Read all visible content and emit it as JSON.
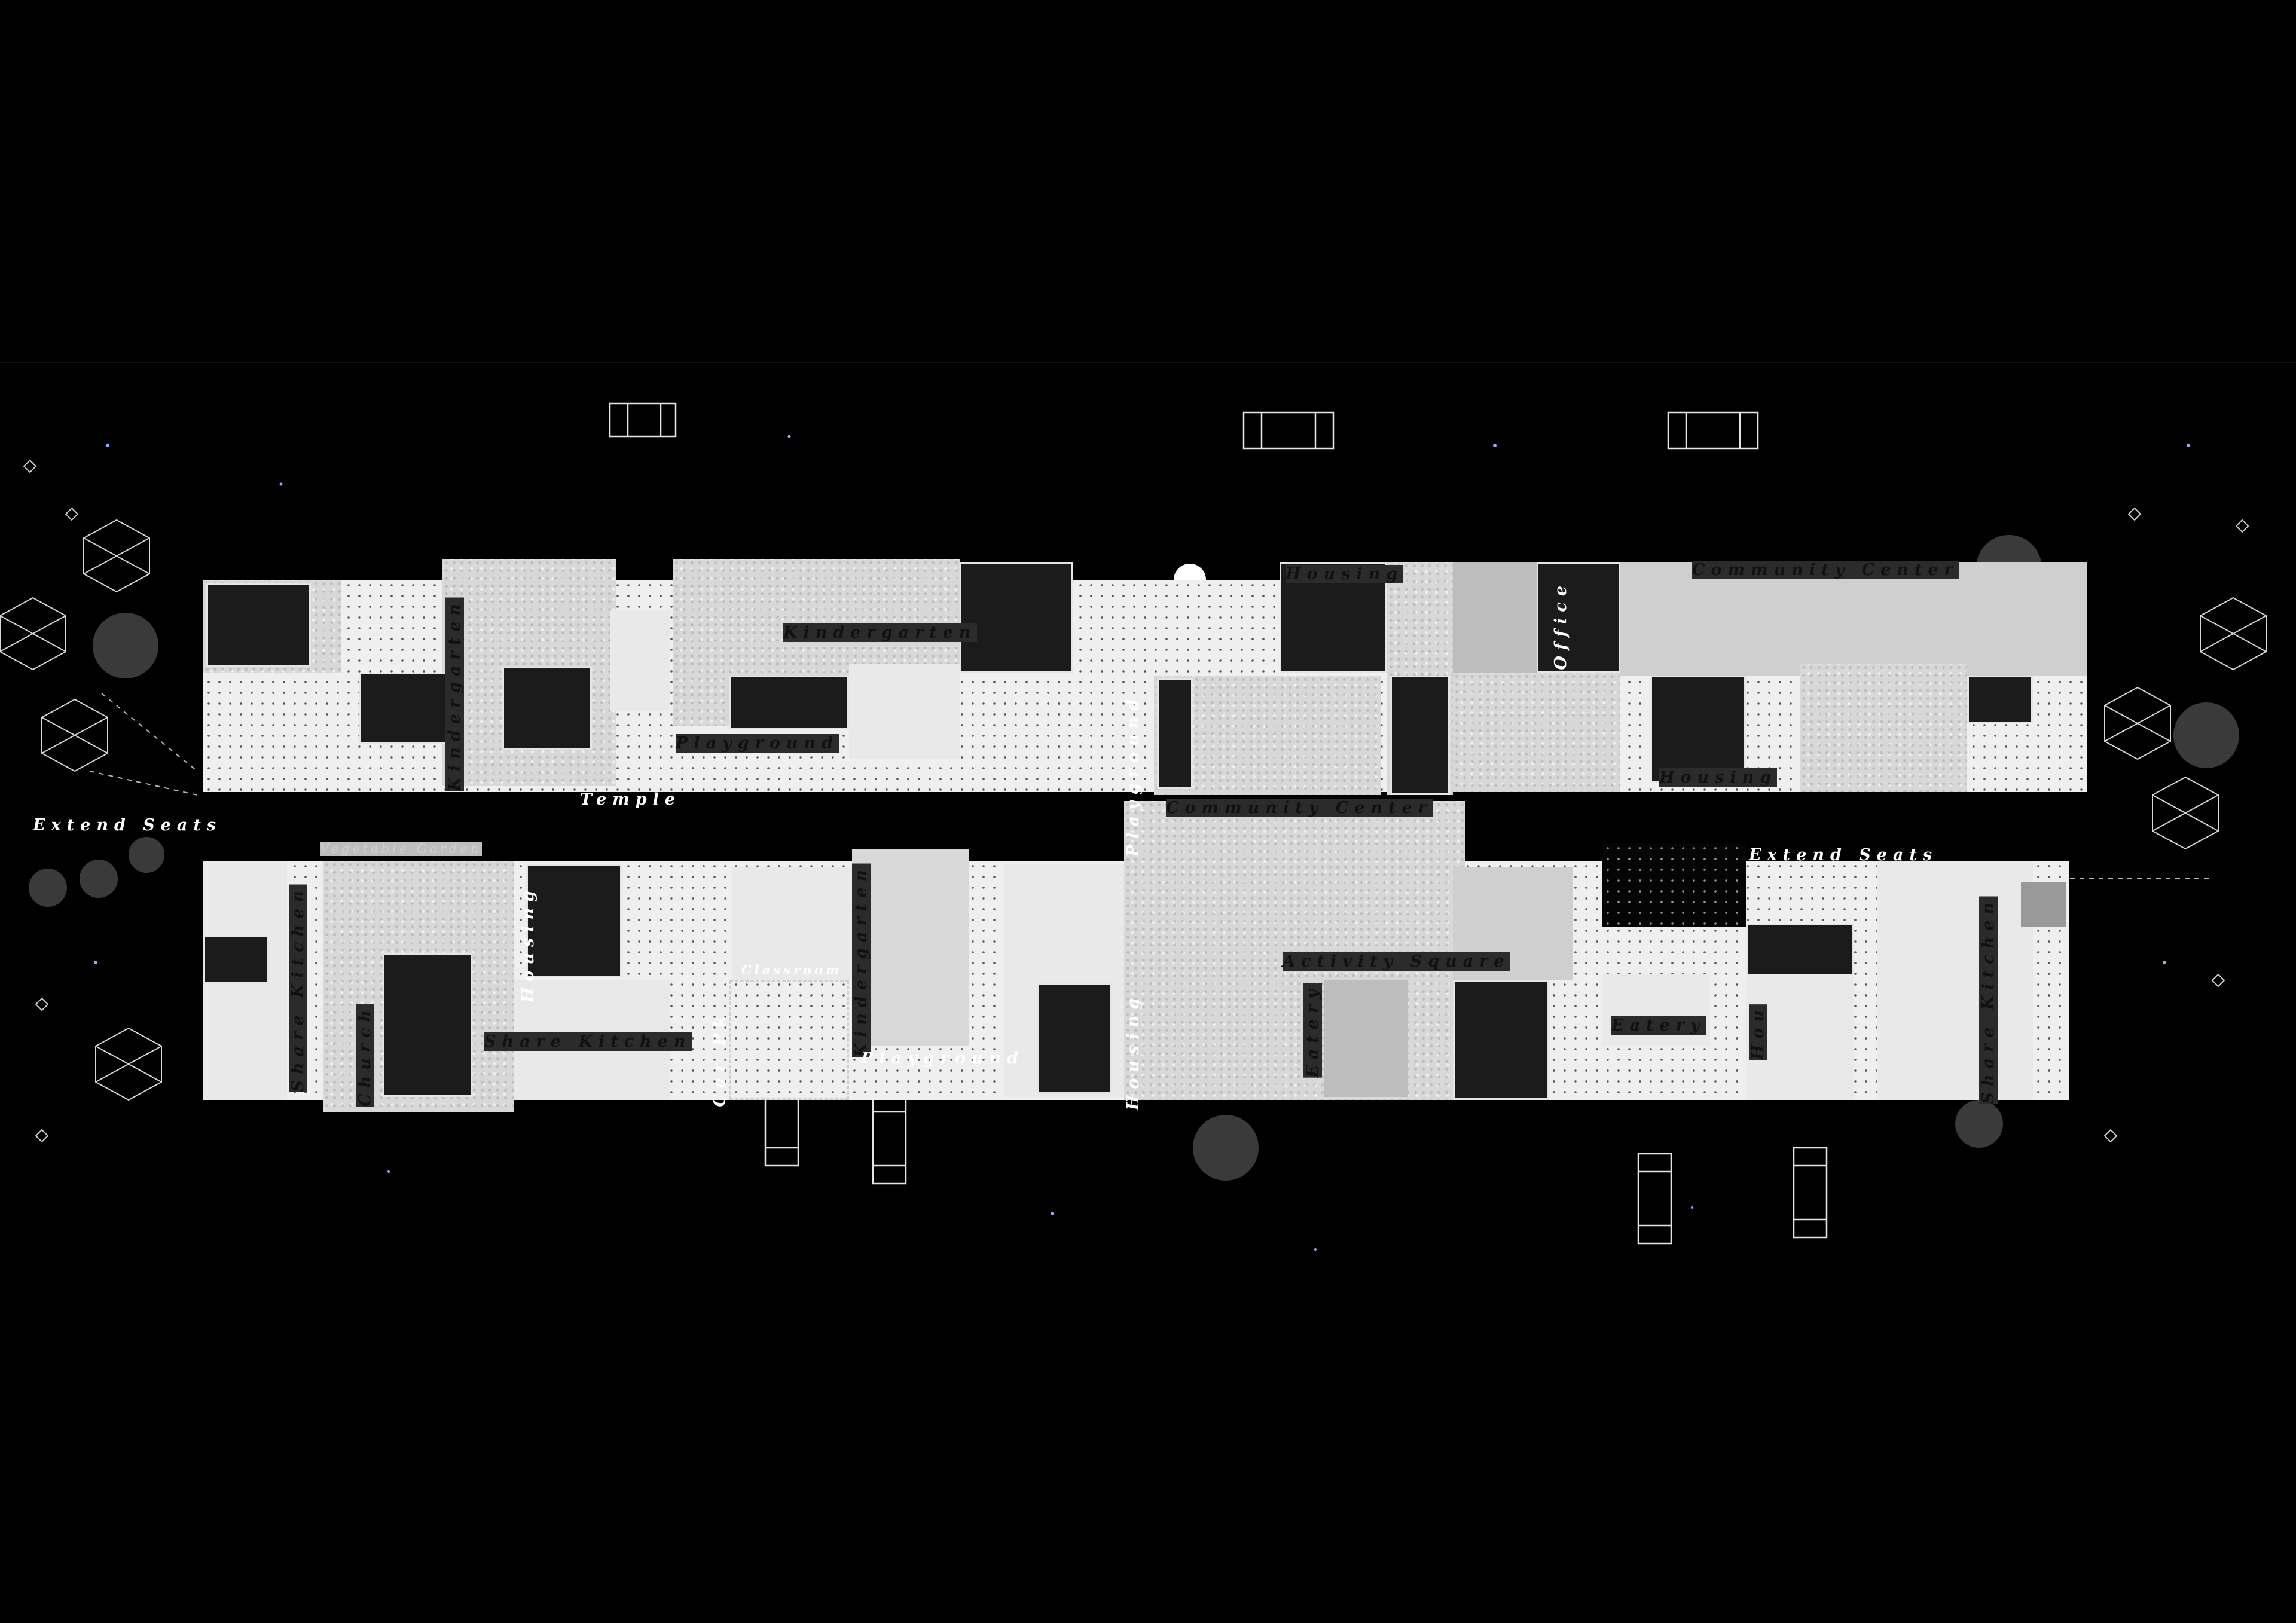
{
  "colors": {
    "background": "#000000",
    "plan_light": "#e9e9e9",
    "plan_dark": "#1b1b1b",
    "label": "#ffffff"
  },
  "labels": {
    "extend_seats_left": "Extend Seats",
    "extend_seats_right": "Extend Seats",
    "vegetable_garden": "Vegetable Garden",
    "temple": "Temple",
    "playground_top": "Playground",
    "playground_vertical": "Playground",
    "playground_bottom": "Playground",
    "kindergarten_top": "Kindergarten",
    "kindergarten_vertical": "Kindergarten",
    "kindergarten_partial": "Kindergarten",
    "housing_top": "Housing",
    "housing_right": "Housing",
    "housing_left_vertical": "Housing",
    "housing_center_vertical": "Housing",
    "housing_right_vertical": "Hou",
    "office": "Office",
    "community_center_top": "Community Center",
    "community_center_middle": "Community Center",
    "activity_square": "Activity Square",
    "share_kitchen_left": "Share Kitchen",
    "share_kitchen_center": "Share Kitchen",
    "share_kitchen_right": "Share Kitchen",
    "church": "Church",
    "classroom": "Classroom",
    "car_park": "Car Pk",
    "eatery_vertical": "Eatery",
    "eatery": "Eatery"
  }
}
